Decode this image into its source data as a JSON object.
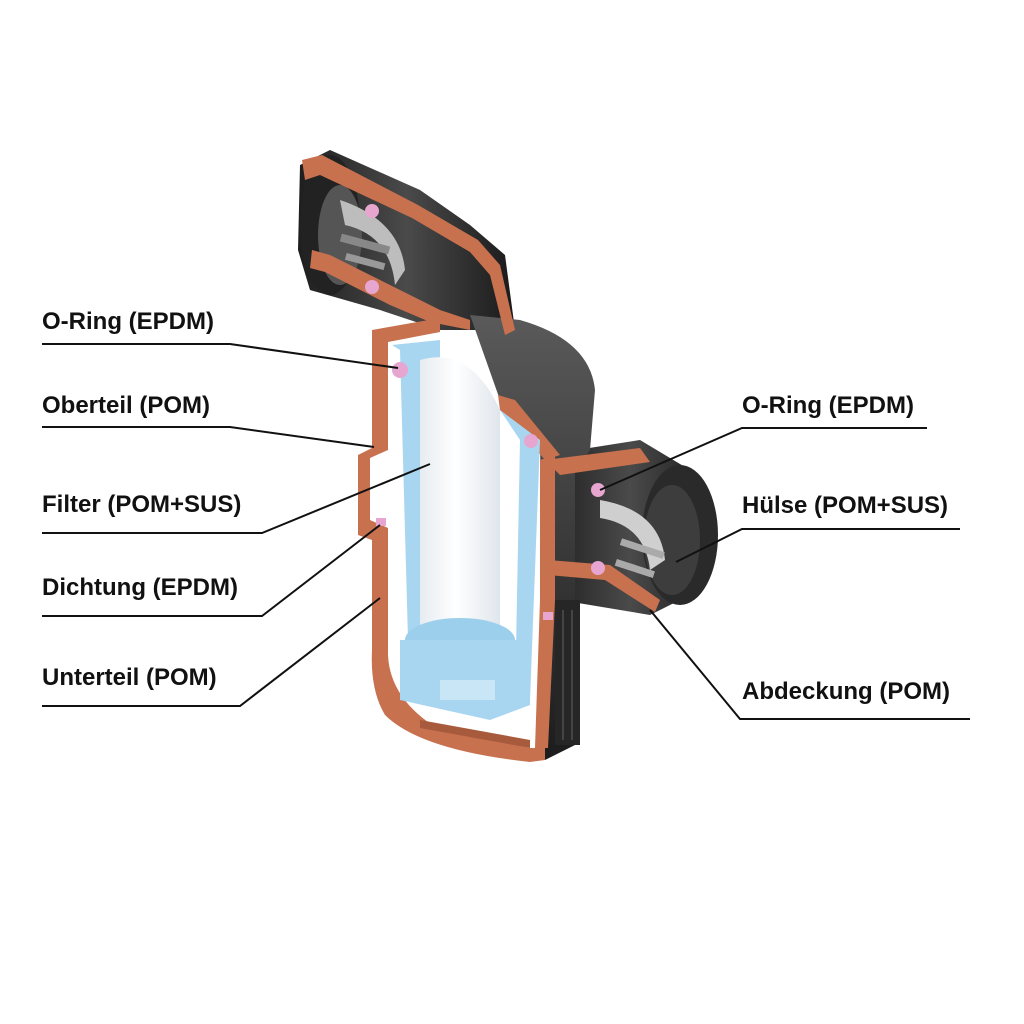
{
  "labels": {
    "oring_left": "O-Ring (EPDM)",
    "oberteil": "Oberteil (POM)",
    "filter": "Filter (POM+SUS)",
    "dichtung": "Dichtung (EPDM)",
    "unterteil": "Unterteil (POM)",
    "oring_right": "O-Ring (EPDM)",
    "huelse": "Hülse (POM+SUS)",
    "abdeckung": "Abdeckung (POM)"
  },
  "colors": {
    "housing_cut": "#c8714f",
    "housing_dark": "#2e2e2e",
    "filter_blue": "#a8d6f0",
    "filter_white": "#f4f7fa",
    "oring": "#e7a6cf",
    "leader": "#111111"
  }
}
